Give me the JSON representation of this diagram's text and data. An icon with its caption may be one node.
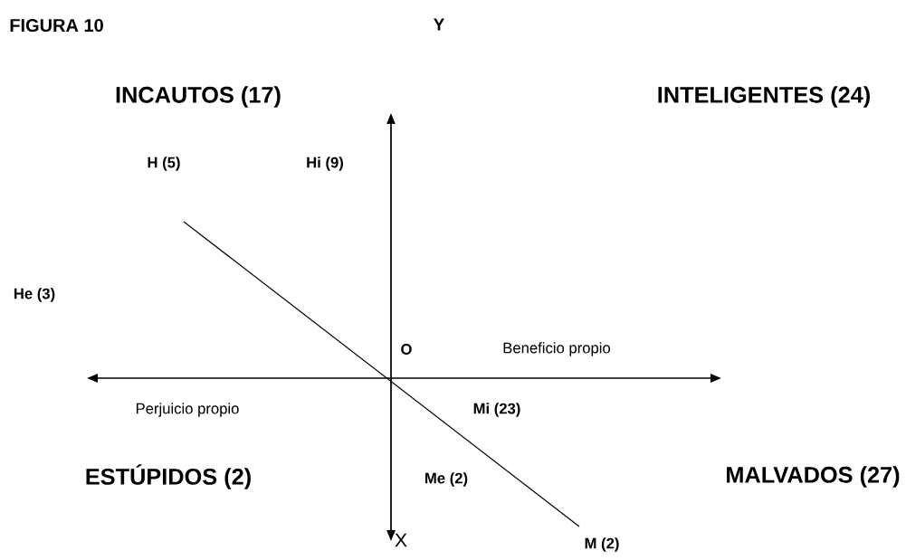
{
  "diagram": {
    "title": "FIGURA 10",
    "labels": [
      "Y",
      "INCAUTOS (17)",
      "INTELIGENTES (24)",
      "H (5)",
      "Hi (9)",
      "He (3)",
      "O",
      "Beneficio propio",
      "Perjuicio propio",
      "Mi (23)",
      "ESTÚPIDOS (2)",
      "Me (2)",
      "MALVADOS (27)",
      "X",
      "M (2)"
    ]
  }
}
